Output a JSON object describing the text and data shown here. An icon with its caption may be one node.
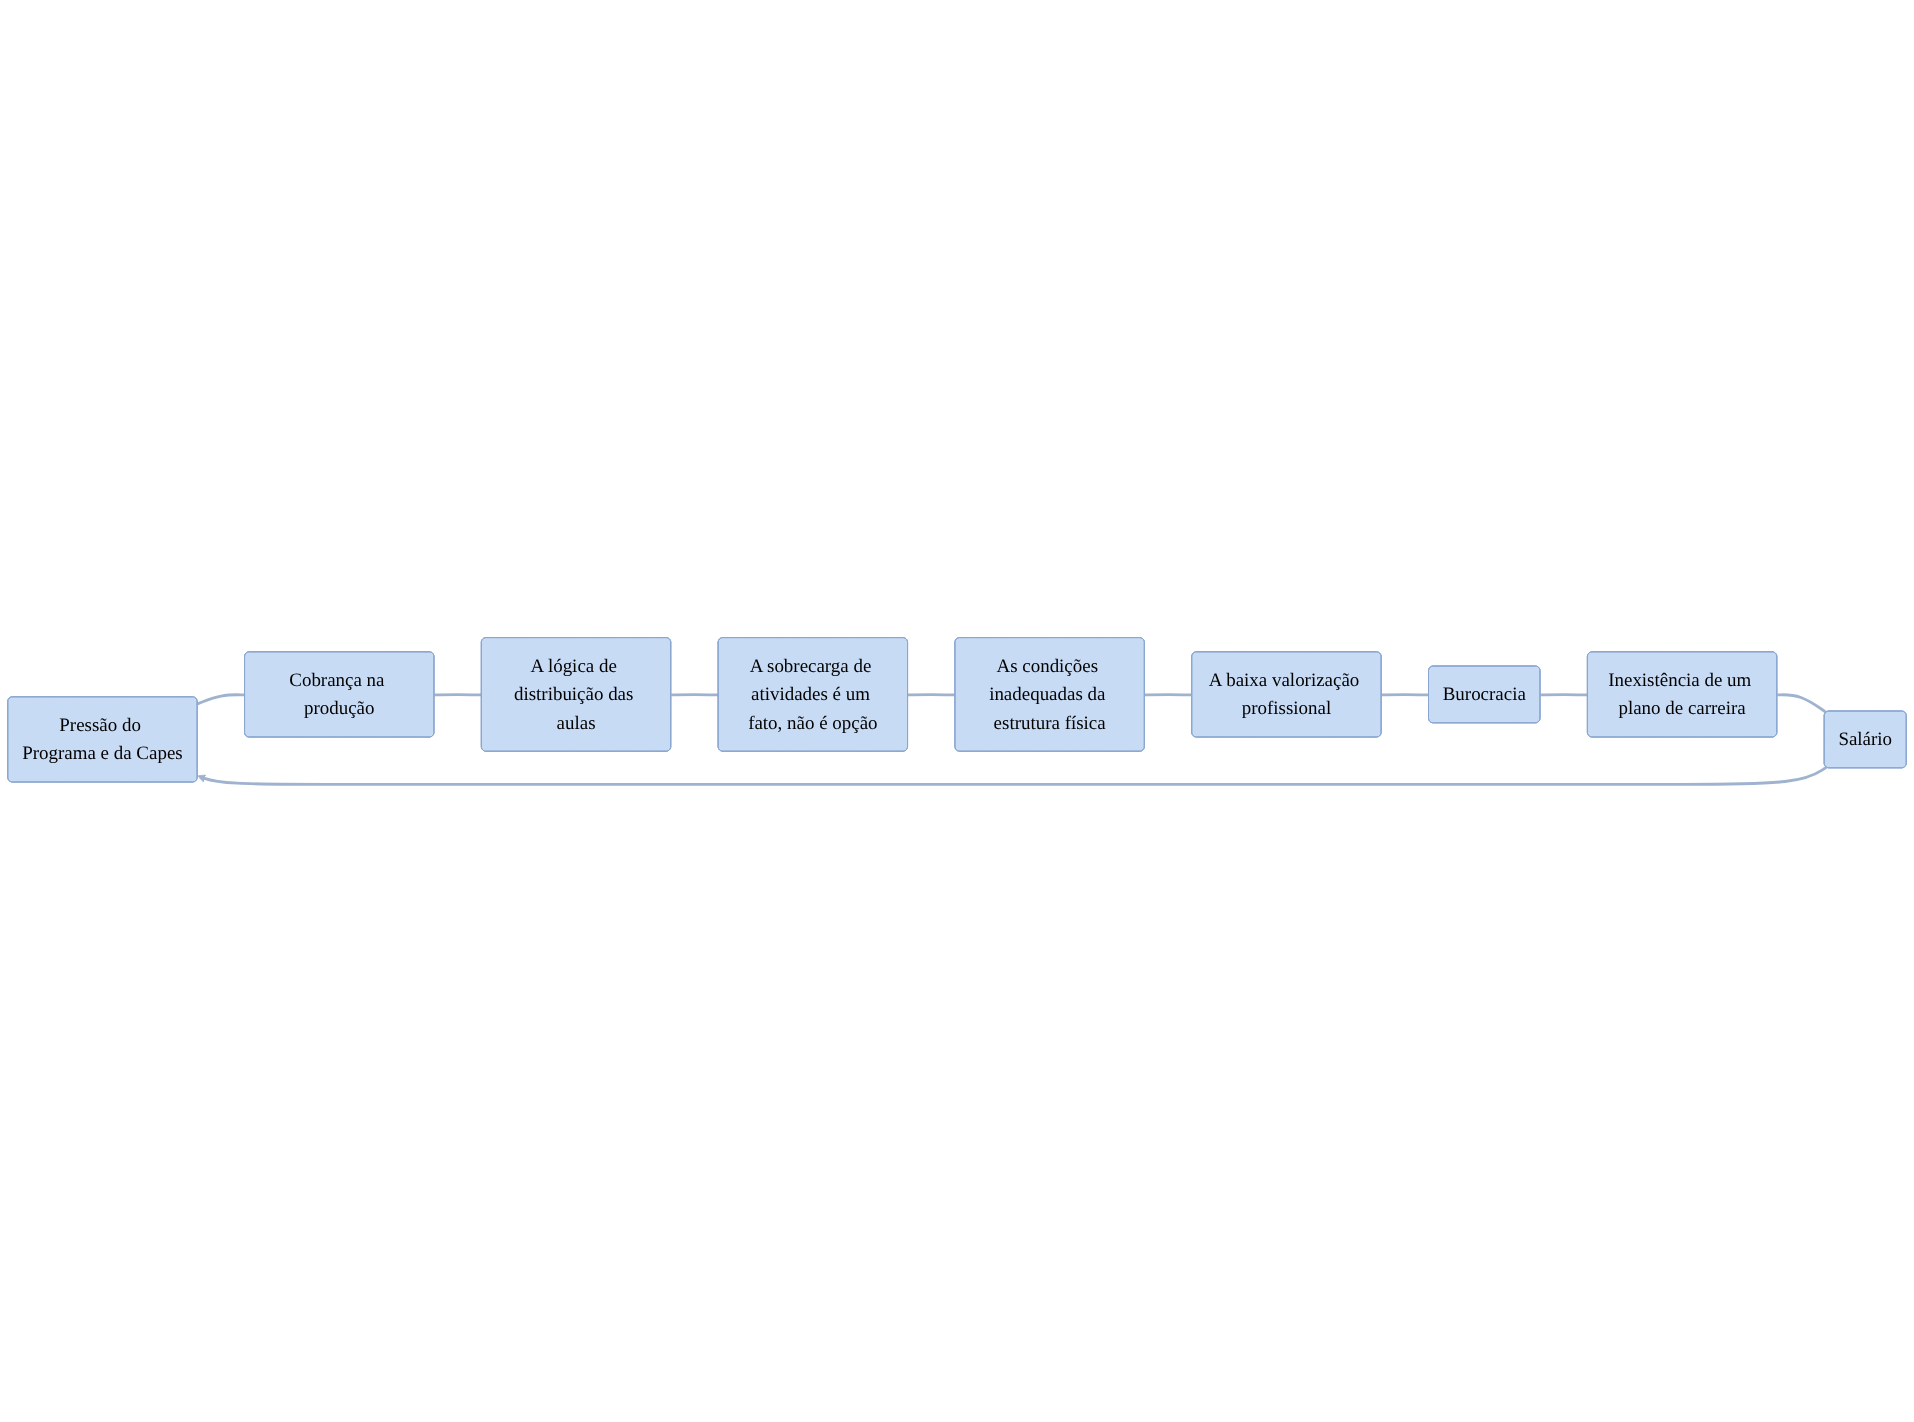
{
  "diagram": {
    "nodes": [
      {
        "text": [
          "Pressão do Programa e da Capes"
        ]
      },
      {
        "text": [
          "Cobrança na produção"
        ]
      },
      {
        "text": [
          "A lógica de distribuição das aulas"
        ]
      },
      {
        "text": [
          "A sobrecarga de atividades é um fato, não é opção"
        ]
      },
      {
        "text": [
          "As condições inadequadas da estrutura física"
        ]
      },
      {
        "text": [
          "A baixa valorização profissional"
        ]
      },
      {
        "text": [
          "Burocracia"
        ]
      },
      {
        "text": [
          "Inexistência de um plano de carreira"
        ]
      },
      {
        "text": [
          "Salário"
        ]
      }
    ],
    "edges": [
      {
        "from": 0,
        "to": 1,
        "arrow": "none"
      },
      {
        "from": 1,
        "to": 2,
        "arrow": "none"
      },
      {
        "from": 2,
        "to": 3,
        "arrow": "none"
      },
      {
        "from": 3,
        "to": 4,
        "arrow": "none"
      },
      {
        "from": 4,
        "to": 5,
        "arrow": "none"
      },
      {
        "from": 5,
        "to": 6,
        "arrow": "none"
      },
      {
        "from": 6,
        "to": 7,
        "arrow": "none"
      },
      {
        "from": 7,
        "to": 8,
        "arrow": "none"
      },
      {
        "from": 8,
        "to": 0,
        "arrow": "to"
      }
    ]
  }
}
